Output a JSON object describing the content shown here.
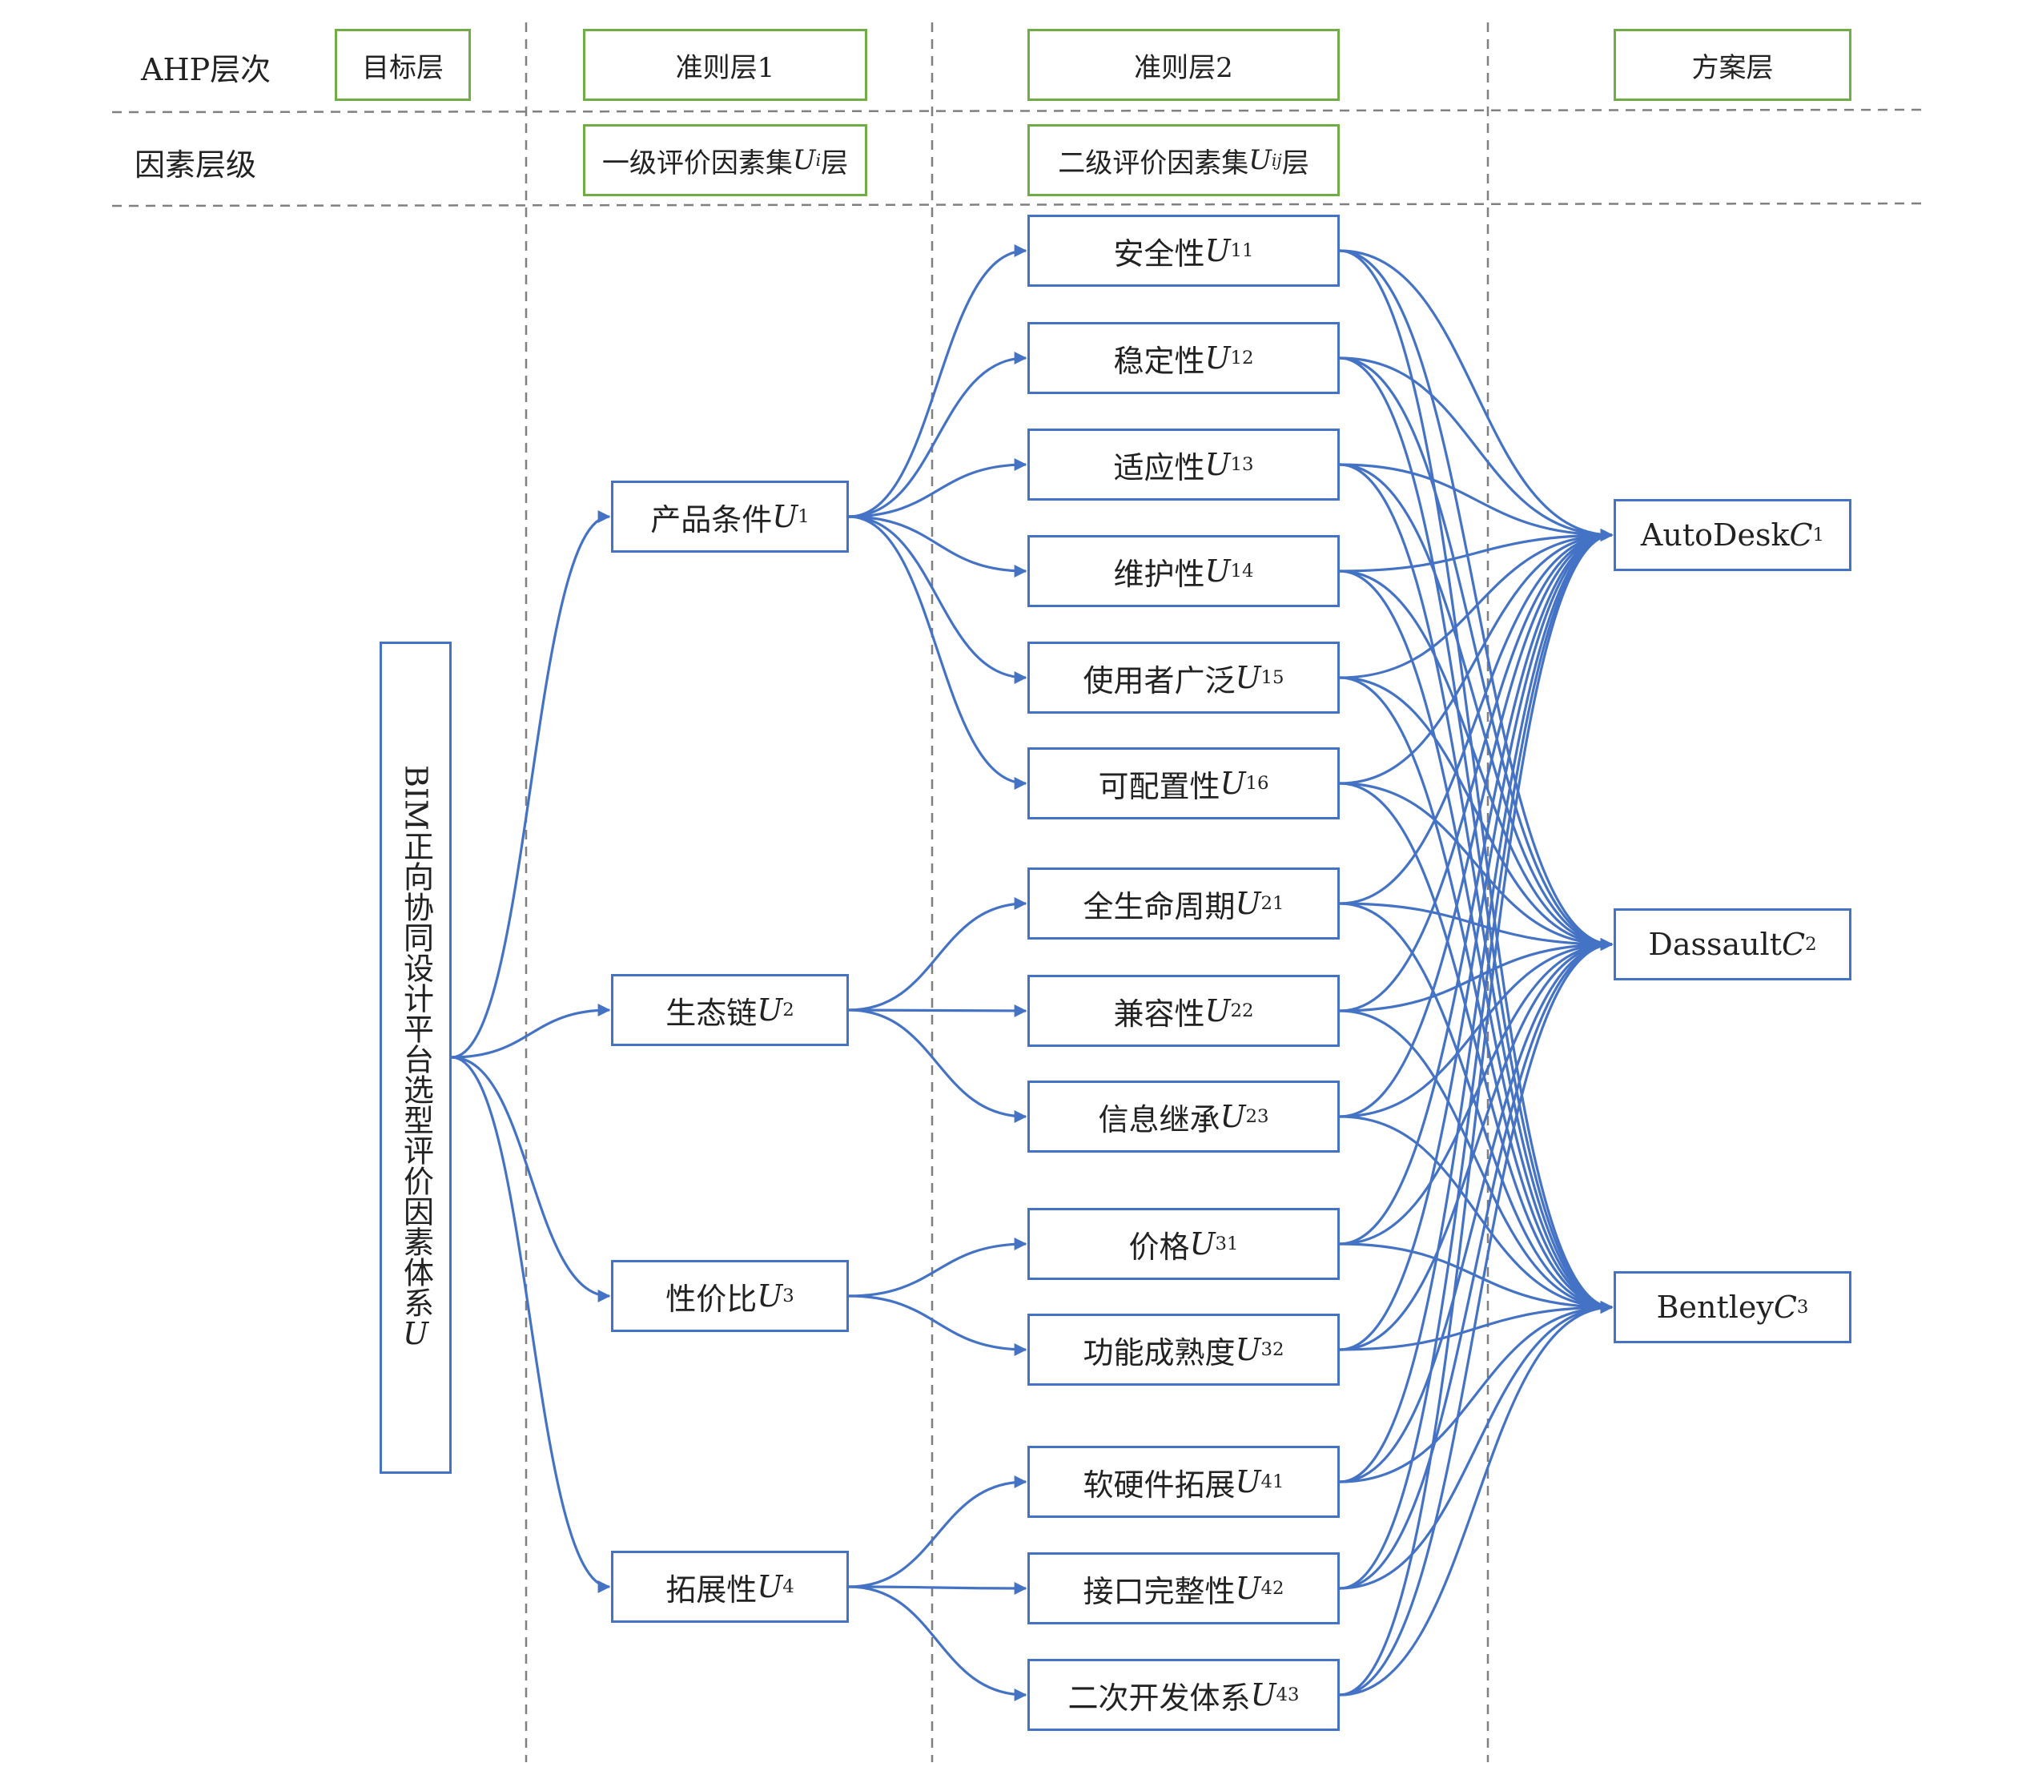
{
  "header": {
    "row1_label": "AHP层次",
    "row2_label": "因素层级",
    "layers": {
      "goal": "目标层",
      "criteria1": "准则层1",
      "criteria2": "准则层2",
      "alternatives": "方案层"
    },
    "factor_sets": {
      "level1_prefix": "一级评价因素集",
      "level1_var": "U",
      "level1_sub": "i",
      "level1_suffix": "层",
      "level2_prefix": "二级评价因素集",
      "level2_var": "U",
      "level2_sub": "ij",
      "level2_suffix": "层"
    }
  },
  "goal": {
    "vertical_text": "BIM正向协同设计平台选型评价因素体系",
    "var": "U"
  },
  "criteria1": [
    {
      "label": "产品条件",
      "var": "U",
      "sub": "1"
    },
    {
      "label": "生态链",
      "var": "U",
      "sub": "2"
    },
    {
      "label": "性价比",
      "var": "U",
      "sub": "3"
    },
    {
      "label": "拓展性",
      "var": "U",
      "sub": "4"
    }
  ],
  "criteria2": [
    {
      "label": "安全性",
      "var": "U",
      "sub": "11",
      "parent": 0
    },
    {
      "label": "稳定性",
      "var": "U",
      "sub": "12",
      "parent": 0
    },
    {
      "label": "适应性",
      "var": "U",
      "sub": "13",
      "parent": 0
    },
    {
      "label": "维护性",
      "var": "U",
      "sub": "14",
      "parent": 0
    },
    {
      "label": "使用者广泛",
      "var": "U",
      "sub": "15",
      "parent": 0
    },
    {
      "label": "可配置性",
      "var": "U",
      "sub": "16",
      "parent": 0
    },
    {
      "label": "全生命周期",
      "var": "U",
      "sub": "21",
      "parent": 1
    },
    {
      "label": "兼容性",
      "var": "U",
      "sub": "22",
      "parent": 1
    },
    {
      "label": "信息继承",
      "var": "U",
      "sub": "23",
      "parent": 1
    },
    {
      "label": "价格",
      "var": "U",
      "sub": "31",
      "parent": 2
    },
    {
      "label": "功能成熟度",
      "var": "U",
      "sub": "32",
      "parent": 2
    },
    {
      "label": "软硬件拓展",
      "var": "U",
      "sub": "41",
      "parent": 3
    },
    {
      "label": "接口完整性",
      "var": "U",
      "sub": "42",
      "parent": 3
    },
    {
      "label": "二次开发体系",
      "var": "U",
      "sub": "43",
      "parent": 3
    }
  ],
  "alternatives": [
    {
      "label": "AutoDesk",
      "var": "C",
      "sub": "1"
    },
    {
      "label": "Dassault",
      "var": "C",
      "sub": "2"
    },
    {
      "label": "Bentley",
      "var": "C",
      "sub": "3"
    }
  ],
  "colors": {
    "link": "#4472c4",
    "box_border_blue": "#4472c4",
    "box_border_green": "#70ad47",
    "divider": "#808080"
  }
}
